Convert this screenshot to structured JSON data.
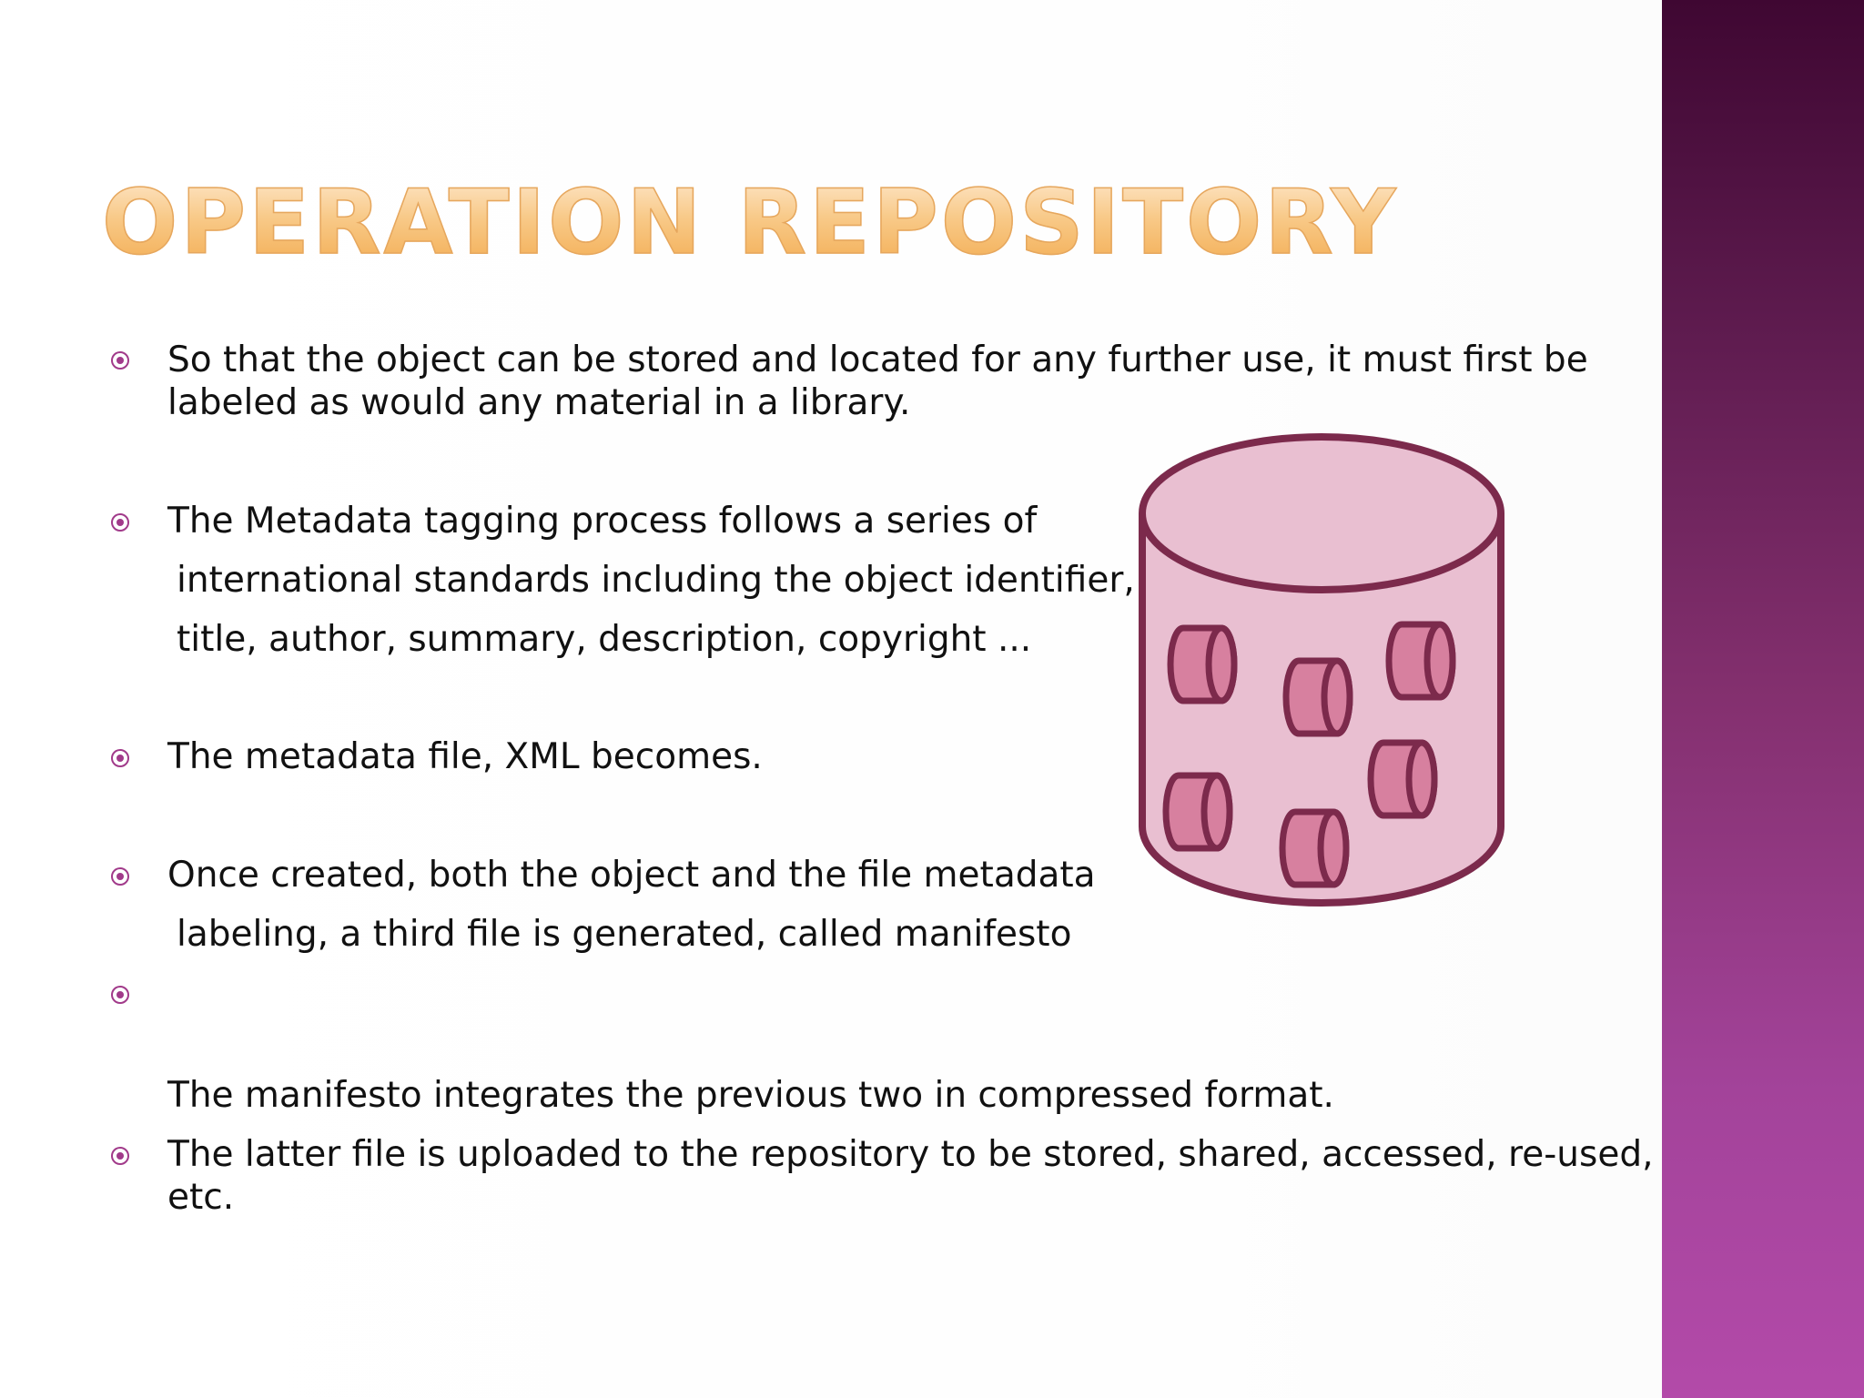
{
  "slide": {
    "title": "OPERATION REPOSITORY",
    "bullets": [
      {
        "lines": [
          "So that the object can be stored and located for any further use, it must first be",
          "labeled as would any material in a library."
        ]
      },
      {
        "lines": [
          "The Metadata tagging process follows a series of",
          " international standards including the object identifier,",
          " title, author, summary, description, copyright ..."
        ]
      },
      {
        "lines": [
          "The metadata file, XML becomes."
        ]
      },
      {
        "lines": [
          "Once created, both the object and the file metadata",
          " labeling, a third file is generated, called manifesto"
        ]
      },
      {
        "lines": [
          "",
          "The manifesto integrates the previous two in compressed format."
        ]
      },
      {
        "lines": [
          "The latter file is uploaded to the repository to be stored, shared, accessed, re-used,",
          "etc."
        ]
      }
    ],
    "image": {
      "icon": "database-cylinder-icon"
    },
    "colors": {
      "title_fill": "#f8c987",
      "title_outline": "#e6a75e",
      "bullet": "#a13a8a",
      "side_band_top": "#3f0732",
      "side_band_bottom": "#b34aa9",
      "database_fill": "#e9bfd1",
      "database_stroke": "#7c2a4c",
      "small_cylinder_fill": "#d7809f"
    }
  }
}
